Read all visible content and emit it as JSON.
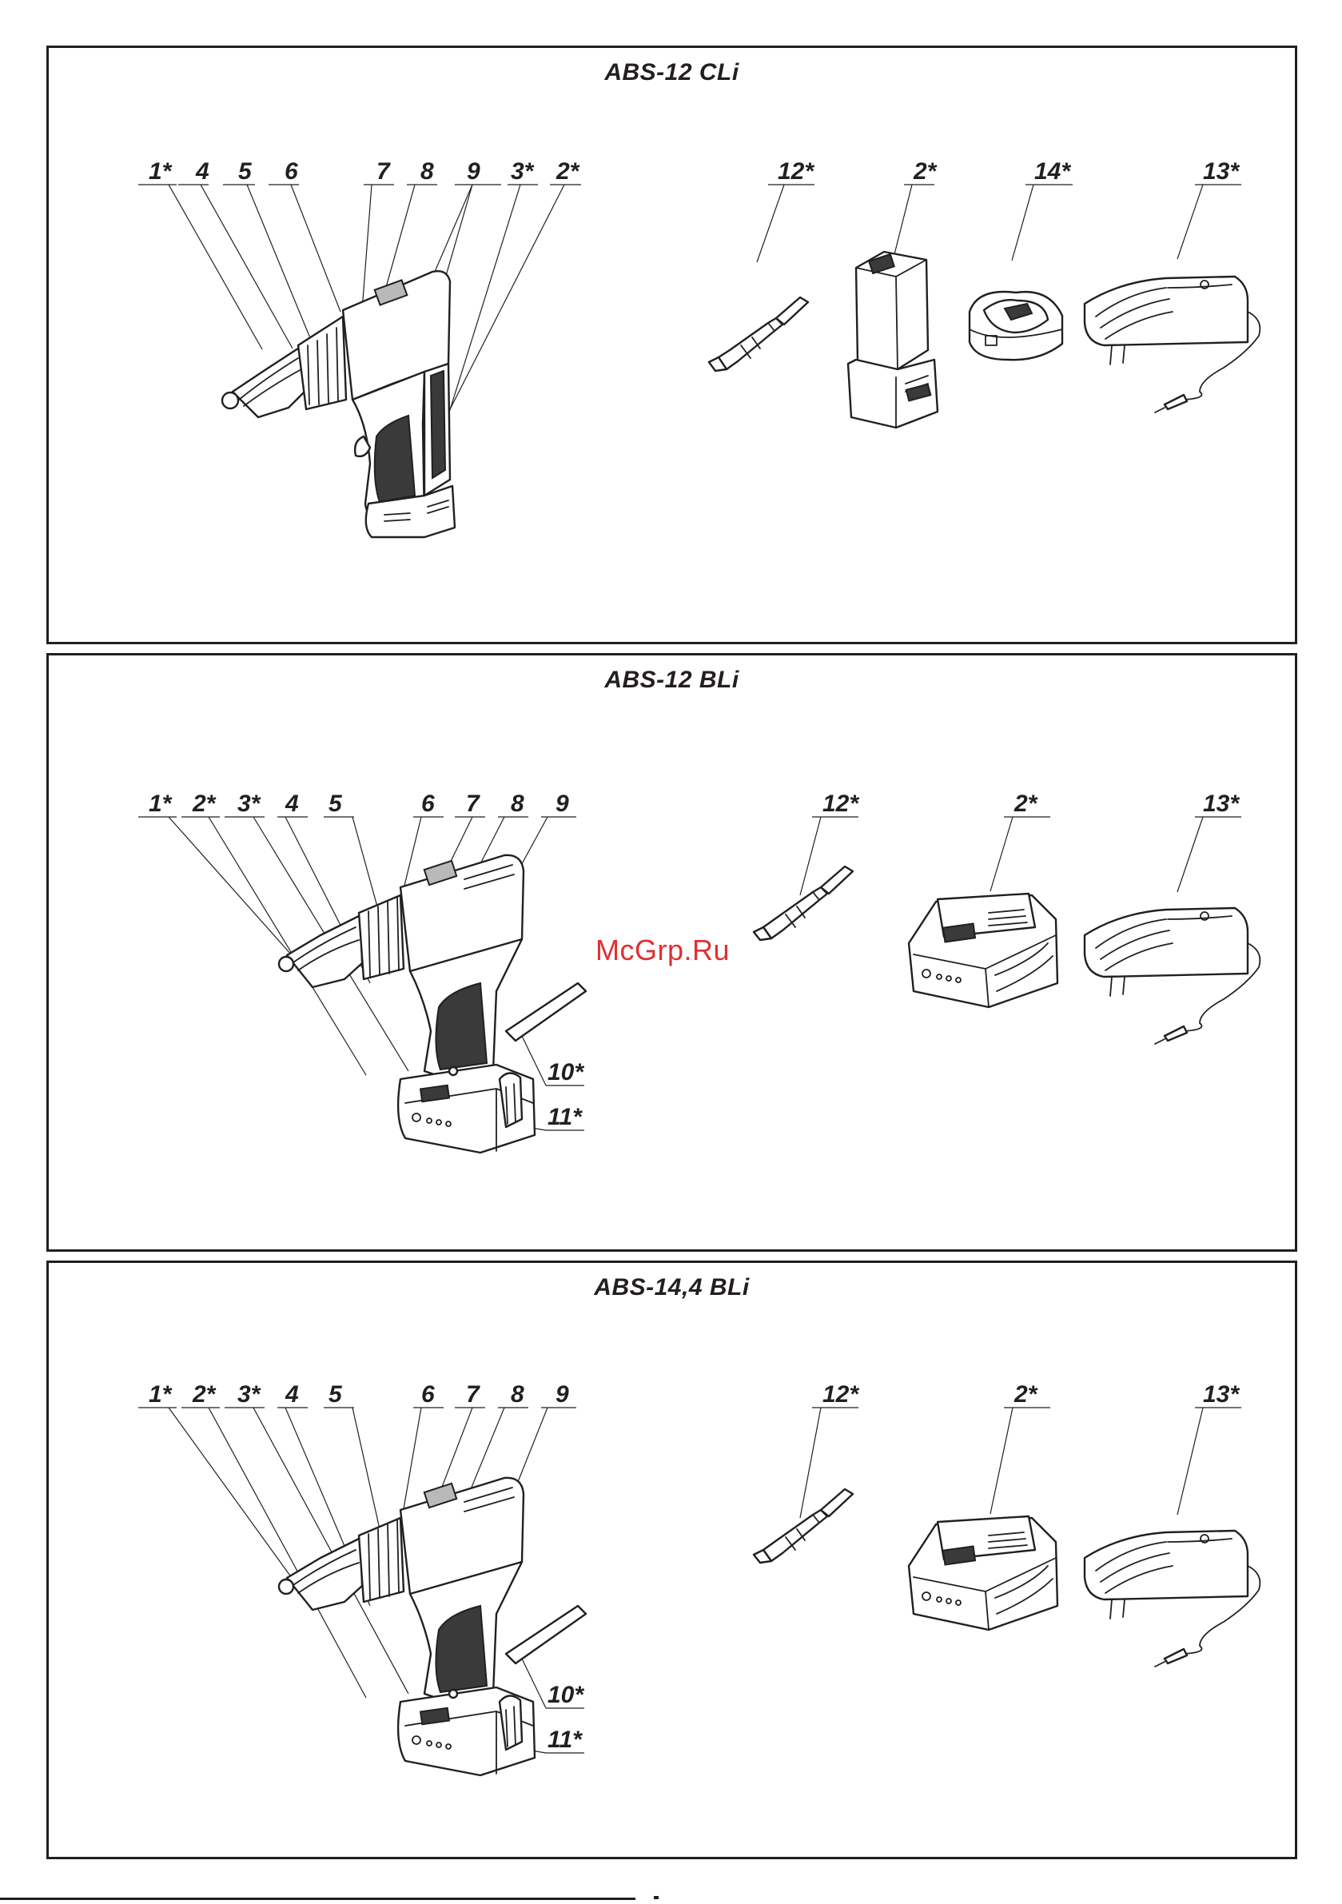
{
  "panels": [
    {
      "title": "ABS-12 CLi",
      "drill_labels": [
        "1*",
        "4",
        "5",
        "6",
        "7",
        "8",
        "9",
        "3*",
        "2*"
      ],
      "accessory_labels": [
        "12*",
        "2*",
        "14*",
        "13*"
      ],
      "accessories": [
        "screwdriver-bit",
        "battery-slide-in",
        "battery-charger-dock",
        "power-adapter"
      ]
    },
    {
      "title": "ABS-12 BLi",
      "drill_labels": [
        "1*",
        "2*",
        "3*",
        "4",
        "5",
        "6",
        "7",
        "8",
        "9"
      ],
      "side_labels": [
        "10*",
        "11*"
      ],
      "accessory_labels": [
        "12*",
        "2*",
        "13*"
      ],
      "accessories": [
        "screwdriver-bit",
        "battery-pack",
        "power-adapter"
      ]
    },
    {
      "title": "ABS-14,4 BLi",
      "drill_labels": [
        "1*",
        "2*",
        "3*",
        "4",
        "5",
        "6",
        "7",
        "8",
        "9"
      ],
      "side_labels": [
        "10*",
        "11*"
      ],
      "accessory_labels": [
        "12*",
        "2*",
        "13*"
      ],
      "accessories": [
        "screwdriver-bit",
        "battery-pack",
        "power-adapter"
      ]
    }
  ],
  "watermark": "McGrp.Ru"
}
